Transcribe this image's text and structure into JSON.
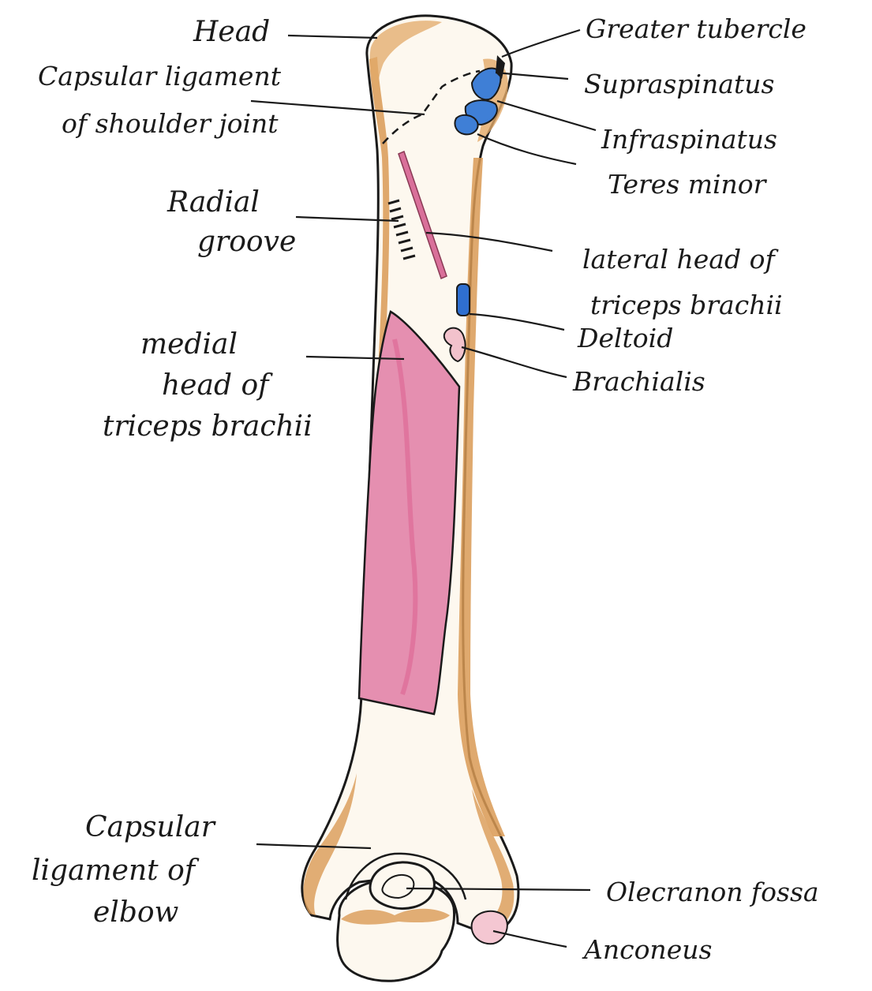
{
  "labels": {
    "head": "Head",
    "capsular_ligament_shoulder": [
      "Capsular ligament",
      "of shoulder joint"
    ],
    "radial_groove": [
      "Radial",
      "groove"
    ],
    "medial_head_triceps": [
      "medial",
      "head of",
      "triceps brachii"
    ],
    "capsular_ligament_elbow": [
      "Capsular",
      "ligament of",
      "elbow"
    ],
    "greater_tubercle": "Greater tubercle",
    "supraspinatus": "Supraspinatus",
    "infraspinatus": "Infraspinatus",
    "teres_minor": "Teres minor",
    "lateral_head_triceps": [
      "lateral head of",
      "triceps brachii"
    ],
    "deltoid": "Deltoid",
    "brachialis": "Brachialis",
    "olecranon_fossa": "Olecranon fossa",
    "anconeus": "Anconeus"
  },
  "colors": {
    "bone_fill": "#fdf8ef",
    "bone_shade": "#d99a55",
    "medial_head": "#e58fb0",
    "lateral_head": "#d9709a",
    "rotator_cuff": "#3f7fd6",
    "deltoid": "#2f6fd0",
    "brachialis": "#f2c2cc",
    "anconeus": "#f4c7d2",
    "outline": "#1a1a1a"
  }
}
